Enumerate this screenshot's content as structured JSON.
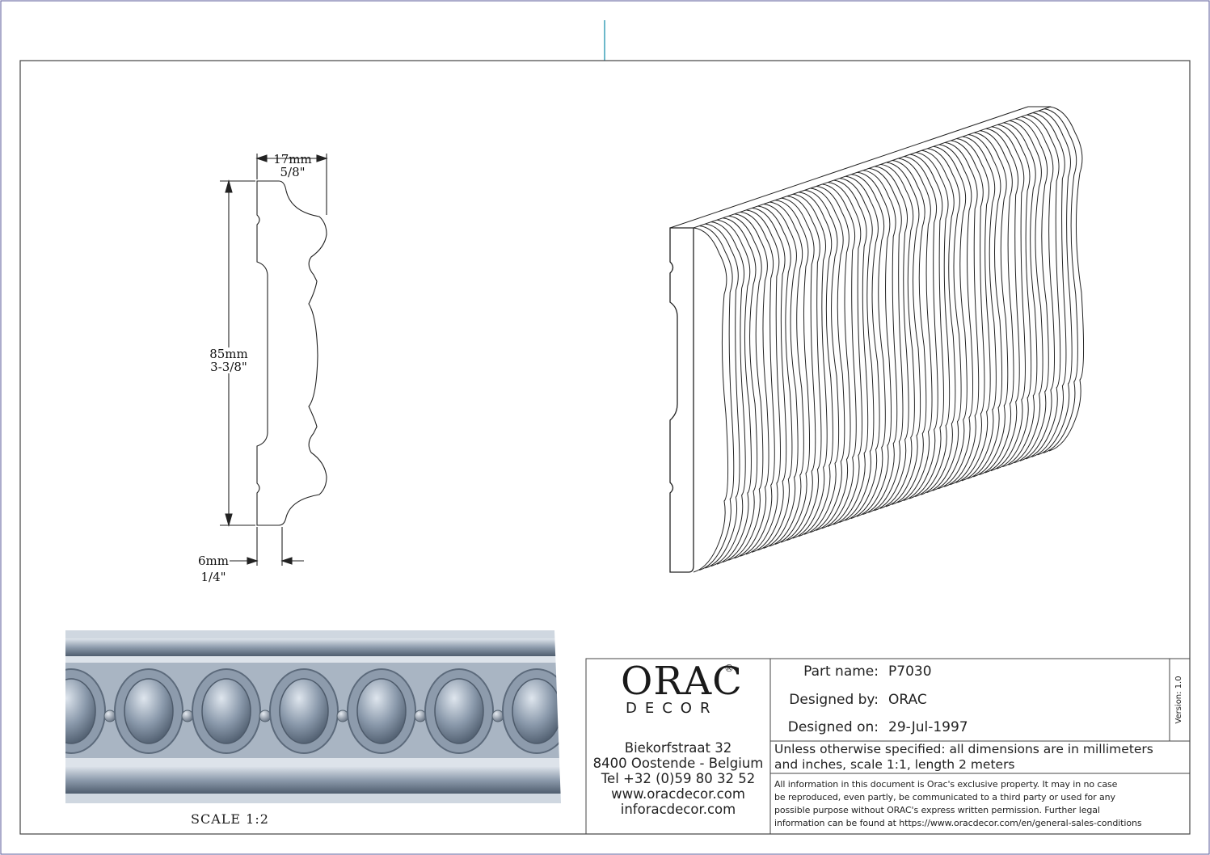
{
  "drawing": {
    "dimensions": {
      "width_mm": "17mm",
      "width_in": "5/8\"",
      "height_mm": "85mm",
      "height_in": "3-3/8\"",
      "relief_mm": "6mm",
      "relief_in": "1/4\""
    },
    "scale_label": "SCALE  1:2"
  },
  "title_block": {
    "logo": {
      "word": "ORAC",
      "sub": "DECOR",
      "mark": "®"
    },
    "address": [
      "Biekorfstraat 32",
      "8400 Oostende - Belgium",
      "Tel  +32 (0)59 80 32 52",
      "www.oracdecor.com",
      "inforacdecor.com"
    ],
    "fields": [
      {
        "label": "Part name:",
        "value": "P7030"
      },
      {
        "label": "Designed by:",
        "value": "ORAC"
      },
      {
        "label": "Designed on:",
        "value": "29-Jul-1997"
      }
    ],
    "version": "Version: 1.0",
    "spec_note": [
      "Unless otherwise specified: all dimensions are in millimeters",
      "and inches, scale 1:1, length 2 meters"
    ],
    "legal_note": [
      "All information in this document is Orac's exclusive property.  It may in no case",
      "be reproduced, even partly, be communicated to a third party or used for any",
      "possible purpose without ORAC's express written permission. Further legal",
      "information can be found at https://www.oracdecor.com/en/general-sales-conditions"
    ]
  },
  "colors": {
    "line": "#222222",
    "frame": "#555555",
    "guide": "#3aa0b8",
    "product": "#8c9aab"
  }
}
